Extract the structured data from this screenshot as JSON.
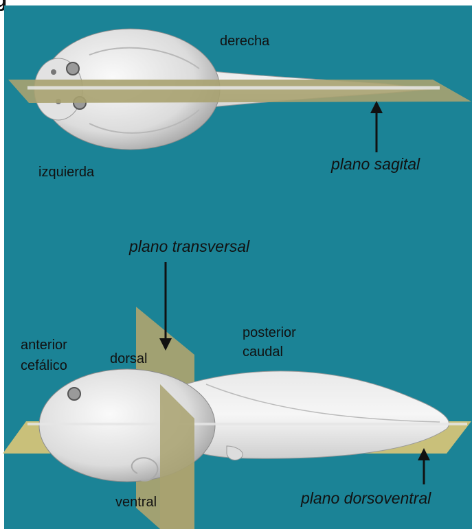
{
  "title_fragment": "g",
  "colors": {
    "background": "#1b8396",
    "plane": "#a9a270",
    "plane_bright": "#c9c07a",
    "animal": "#e6e6e6",
    "text": "#111111"
  },
  "top_view": {
    "label_right": "derecha",
    "label_left": "izquierda",
    "plane_label": "plano sagital"
  },
  "side_view": {
    "plane_transverse_label": "plano transversal",
    "label_anterior": "anterior",
    "label_cephalic": "cefálico",
    "label_dorsal": "dorsal",
    "label_posterior": "posterior",
    "label_caudal": "caudal",
    "label_ventral": "ventral",
    "plane_dorsoventral_label": "plano dorsoventral"
  }
}
